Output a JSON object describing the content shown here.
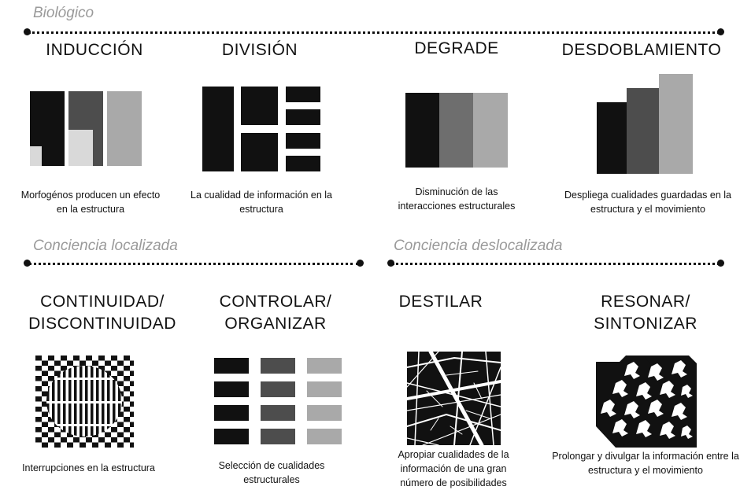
{
  "sections": {
    "biologico": "Biológico",
    "localizada": "Conciencia localizada",
    "deslocalizada": "Conciencia deslocalizada"
  },
  "concepts": {
    "induccion": {
      "title": "INDUCCIÓN",
      "caption": "Morfogénos producen un efecto en la estructura"
    },
    "division": {
      "title": "DIVISIÓN",
      "caption": "La cualidad de información en la estructura"
    },
    "degrade": {
      "title": "DEGRADE",
      "caption": "Disminución  de las interacciones estructurales"
    },
    "desdoblamiento": {
      "title": "DESDOBLAMIENTO",
      "caption": "Despliega cualidades guardadas en la estructura y el movimiento"
    },
    "continuidad": {
      "title": "CONTINUIDAD/\nDISCONTINUIDAD",
      "caption": "Interrupciones en la estructura"
    },
    "controlar": {
      "title": "CONTROLAR/\nORGANIZAR",
      "caption": "Selección de cualidades estructurales"
    },
    "destilar": {
      "title": "DESTILAR",
      "caption": "Apropiar cualidades de la información de una gran número de posibilidades"
    },
    "resonar": {
      "title": "RESONAR/\nSINTONIZAR",
      "caption": "Prolongar y divulgar la información entre la estructura y  el movimiento"
    }
  },
  "colors": {
    "black": "#111111",
    "dark_gray": "#4d4d4d",
    "mid_gray": "#6e6e6e",
    "light_gray": "#a9a9a9",
    "pale_gray": "#d9d9d9",
    "section_label": "#9a9a9a"
  }
}
